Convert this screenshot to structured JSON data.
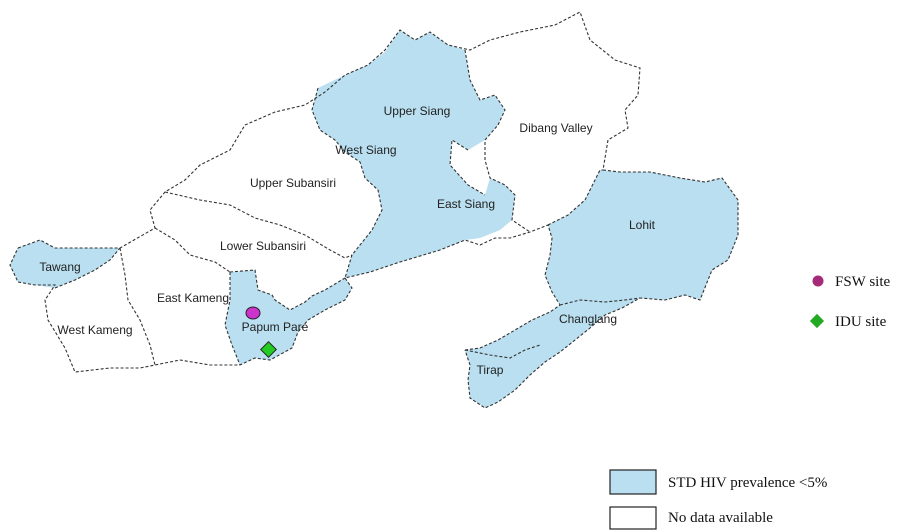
{
  "colors": {
    "std_fill": "#b9dff0",
    "no_data_fill": "#ffffff",
    "boundary": "#333333",
    "fsw_marker": "#cc33cc",
    "fsw_legend_marker": "#a62a7a",
    "idu_marker": "#22cc22",
    "idu_legend_marker": "#22aa22"
  },
  "districts": [
    {
      "id": "tawang",
      "label": "Tawang",
      "status": "std"
    },
    {
      "id": "west-kameng",
      "label": "West Kameng",
      "status": "no_data"
    },
    {
      "id": "east-kameng",
      "label": "East Kameng",
      "status": "no_data"
    },
    {
      "id": "papum-pare",
      "label": "Papum Pare",
      "status": "std"
    },
    {
      "id": "lower-subansiri",
      "label": "Lower Subansiri",
      "status": "no_data"
    },
    {
      "id": "upper-subansiri",
      "label": "Upper Subansiri",
      "status": "no_data"
    },
    {
      "id": "west-siang",
      "label": "West Siang",
      "status": "std"
    },
    {
      "id": "upper-siang",
      "label": "Upper Siang",
      "status": "std"
    },
    {
      "id": "east-siang",
      "label": "East Siang",
      "status": "std"
    },
    {
      "id": "dibang-valley",
      "label": "Dibang Valley",
      "status": "no_data"
    },
    {
      "id": "lohit",
      "label": "Lohit",
      "status": "std"
    },
    {
      "id": "changlang",
      "label": "Changlang",
      "status": "std"
    },
    {
      "id": "tirap",
      "label": "Tirap",
      "status": "std"
    }
  ],
  "sites": [
    {
      "type": "fsw",
      "district": "Papum Pare",
      "icon": "ellipse"
    },
    {
      "type": "idu",
      "district": "Papum Pare",
      "icon": "diamond"
    }
  ],
  "legend": {
    "fsw_label": "FSW site",
    "idu_label": "IDU site",
    "std_label": "STD HIV prevalence <5%",
    "no_data_label": "No data available"
  }
}
